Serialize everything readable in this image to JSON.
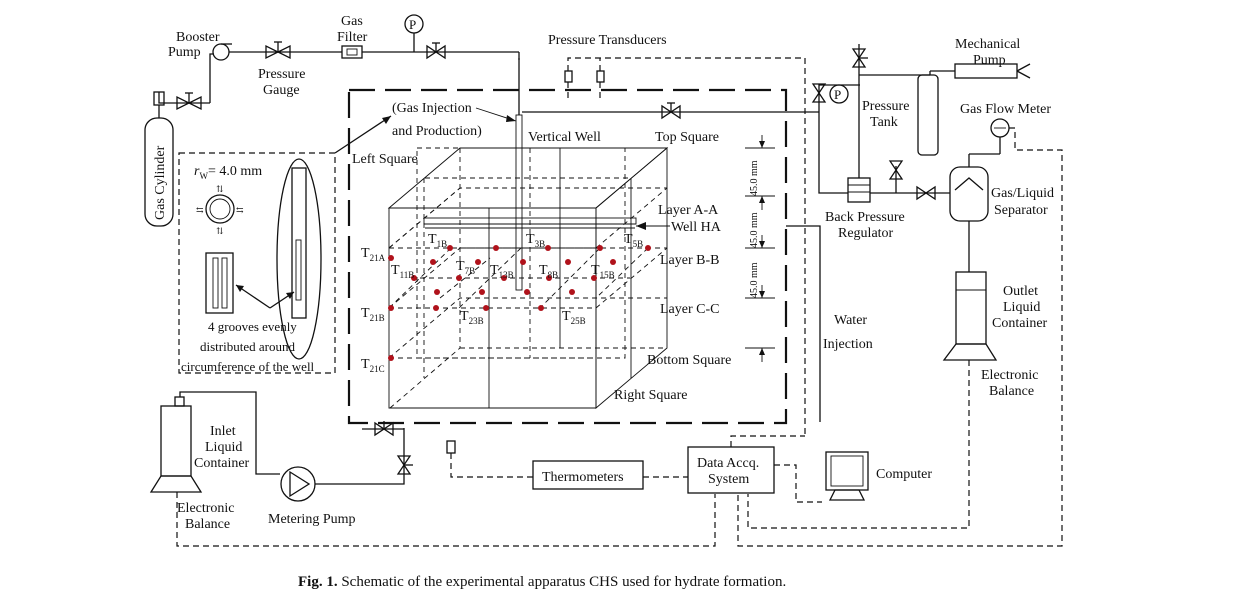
{
  "labels": {
    "booster_pump": [
      "Booster",
      "Pump"
    ],
    "gas_cylinder": "Gas Cylinder",
    "pressure_gauge": [
      "Pressure",
      "Gauge"
    ],
    "gas_filter": [
      "Gas",
      "Filter"
    ],
    "pressure_symbol": "P",
    "pressure_transducers": "Pressure Transducers",
    "mechanical_pump": [
      "Mechanical",
      "Pump"
    ],
    "pressure_tank": [
      "Pressure",
      "Tank"
    ],
    "gas_flow_meter": "Gas Flow Meter",
    "gas_liquid_separator": [
      "Gas/Liquid",
      "Separator"
    ],
    "back_pressure_regulator": [
      "Back Pressure",
      "Regulator"
    ],
    "gas_injection": [
      "(Gas Injection",
      "and Production)"
    ],
    "vertical_well": "Vertical Well",
    "top_square": "Top Square",
    "left_square": "Left Square",
    "layer_a": "Layer A-A",
    "well_ha": "Well HA",
    "layer_b": "Layer B-B",
    "layer_c": "Layer C-C",
    "bottom_square": "Bottom Square",
    "right_square": "Right Square",
    "dimension": "45.0 mm",
    "water_injection": [
      "Water",
      "Injection"
    ],
    "outlet_container": [
      "Outlet",
      "Liquid",
      "Container"
    ],
    "electronic_balance_right": [
      "Electronic",
      "Balance"
    ],
    "inlet_container": [
      "Inlet",
      "Liquid",
      "Container"
    ],
    "electronic_balance_left": [
      "Electronic",
      "Balance"
    ],
    "metering_pump": "Metering Pump",
    "thermometers": "Thermometers",
    "data_acq": [
      "Data Accq.",
      "System"
    ],
    "computer": "Computer",
    "rw_label": "= 4.0 mm",
    "rw_symbol": "r",
    "rw_sub": "W",
    "grooves_note": [
      "4 grooves evenly",
      "distributed around",
      "circumference of the well"
    ]
  },
  "thermocouples": [
    {
      "main": "T",
      "sub": "21A"
    },
    {
      "main": "T",
      "sub": "1B"
    },
    {
      "main": "T",
      "sub": "3B"
    },
    {
      "main": "T",
      "sub": "5B"
    },
    {
      "main": "T",
      "sub": "11B"
    },
    {
      "main": "T",
      "sub": "7B"
    },
    {
      "main": "T",
      "sub": "13B"
    },
    {
      "main": "T",
      "sub": "8B"
    },
    {
      "main": "T",
      "sub": "15B"
    },
    {
      "main": "T",
      "sub": "21B"
    },
    {
      "main": "T",
      "sub": "23B"
    },
    {
      "main": "T",
      "sub": "25B"
    },
    {
      "main": "T",
      "sub": "21C"
    }
  ],
  "caption": {
    "prefix": "Fig. 1.",
    "text": "Schematic of the experimental apparatus CHS used for hydrate formation."
  },
  "colors": {
    "vessel_fill": "#e3e6f3",
    "probe_dot": "#b0121b"
  }
}
